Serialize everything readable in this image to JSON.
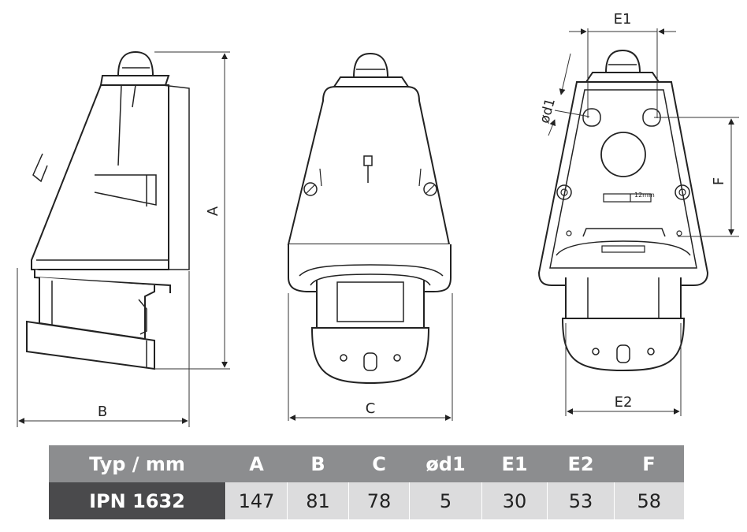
{
  "dimensions": {
    "A": "A",
    "B": "B",
    "C": "C",
    "E1": "E1",
    "E2": "E2",
    "F": "F",
    "d1": "ød1",
    "scale_tag": "12mm"
  },
  "table": {
    "header": [
      "Typ / mm",
      "A",
      "B",
      "C",
      "ød1",
      "E1",
      "E2",
      "F"
    ],
    "row_label": "IPN 1632",
    "values": [
      "147",
      "81",
      "78",
      "5",
      "30",
      "53",
      "58"
    ]
  }
}
